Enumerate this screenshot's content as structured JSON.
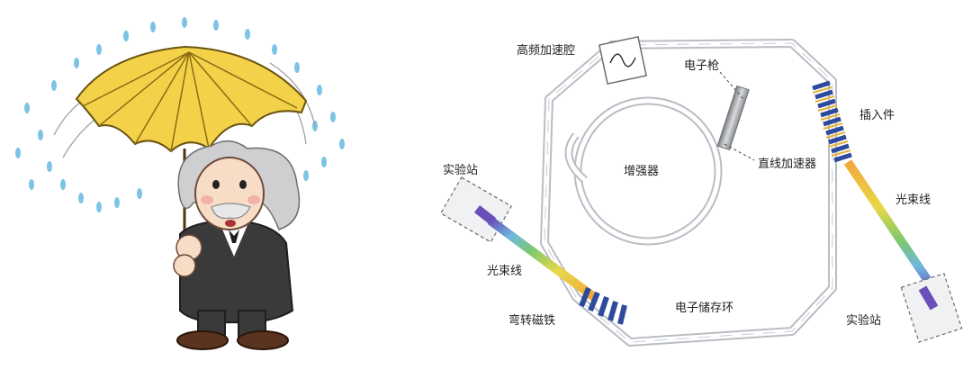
{
  "labels": {
    "rf_cavity": "高频加速腔",
    "electron_gun": "电子枪",
    "booster": "增强器",
    "linac": "直线加速器",
    "insertion_device": "插入件",
    "beamline_right": "光束线",
    "station_right": "实验站",
    "station_left": "实验站",
    "beamline_left": "光束线",
    "bending_magnet": "弯转磁铁",
    "storage_ring": "电子储存环"
  },
  "colors": {
    "umbrella": "#f3d24a",
    "umbrella_rib": "#8a6d12",
    "rain": "#7cc3e6",
    "suit": "#3a3a3a",
    "skin": "#f7dcc6",
    "hair": "#cfcfd2",
    "ring_outline": "#b9bdc4",
    "magnet": "#2e4a9c",
    "insertion_device": "#e2b33c"
  }
}
